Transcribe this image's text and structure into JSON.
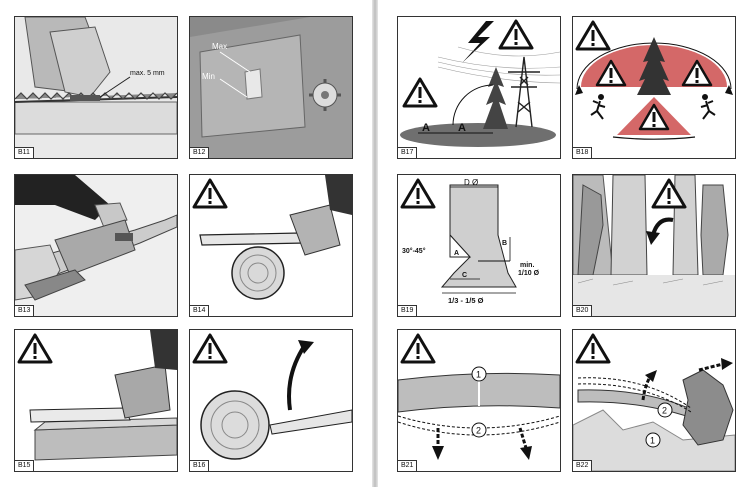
{
  "figures": {
    "b11": {
      "label": "B11",
      "callout": "max. 5 mm"
    },
    "b12": {
      "label": "B12",
      "mark_max": "Max",
      "mark_min": "Min"
    },
    "b13": {
      "label": "B13"
    },
    "b14": {
      "label": "B14"
    },
    "b15": {
      "label": "B15"
    },
    "b16": {
      "label": "B16"
    },
    "b17": {
      "label": "B17",
      "dist_a1": "A",
      "dist_a2": "A"
    },
    "b18": {
      "label": "B18"
    },
    "b19": {
      "label": "B19",
      "trunk_diameter": "D Ø",
      "angle": "30°-45°",
      "dim_a": "A",
      "dim_b": "B",
      "dim_c": "C",
      "min_hinge": "min.",
      "min_hinge_value": "1/10 Ø",
      "depth": "1/3 - 1/5 Ø"
    },
    "b20": {
      "label": "B20"
    },
    "b21": {
      "label": "B21",
      "num1": "1",
      "num2": "2"
    },
    "b22": {
      "label": "B22",
      "num1": "1",
      "num2": "2"
    }
  },
  "icons": {
    "warning": "warning-triangle-icon",
    "lightning": "lightning-bolt-icon",
    "person_running": "running-person-icon"
  },
  "colors": {
    "panel_bg": "#f4f4f4",
    "line": "#222222",
    "danger_zone": "#cc4d4d"
  }
}
